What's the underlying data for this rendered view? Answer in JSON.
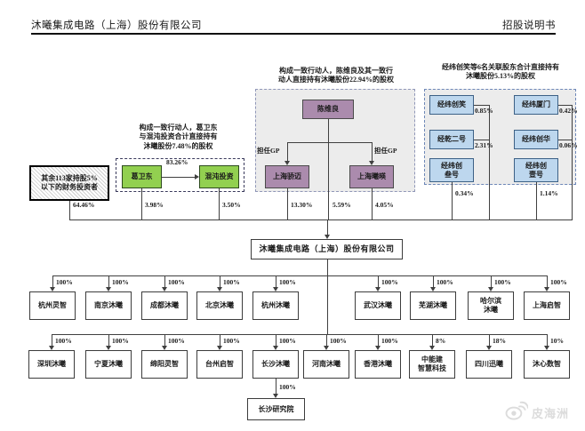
{
  "header": {
    "company_title": "沐曦集成电路（上海）股份有限公司",
    "doc_title": "招股说明书"
  },
  "colors": {
    "purple_box": "#ab8bad",
    "green_box": "#92d050",
    "blue_box": "#bdd7ee",
    "group_bg": "#ececec",
    "line": "#404040"
  },
  "diagram": {
    "company": {
      "name": "沐曦集成电路（上海）股份有限公司"
    },
    "financial_investors": {
      "name": "其余113家持股5%\n以下的财务投资者",
      "pct": "64.46%"
    },
    "gwd_group": {
      "note": "构成一致行动人，葛卫东\n与混沌投资合计直接持有\n沐曦股份7.48%的股权",
      "link_pct": "83.26%",
      "members": [
        {
          "name": "葛卫东",
          "pct": "3.98%"
        },
        {
          "name": "混沌投资",
          "pct": "3.50%"
        }
      ]
    },
    "cwl_group": {
      "note": "构成一致行动人，陈维良及其一致行\n动人直接持有沐曦股份22.94%的股权",
      "person": {
        "name": "陈维良",
        "pct": "5.59%"
      },
      "gp_left": "担任GP",
      "gp_right": "担任GP",
      "members": [
        {
          "name": "上海骄迈",
          "pct": "13.30%"
        },
        {
          "name": "上海曦暎",
          "pct": "4.05%"
        }
      ]
    },
    "jw_group": {
      "note": "经纬创笑等6名关联股东合计直接持有\n沐曦股份5.13%的股权",
      "left_col": [
        {
          "name": "经纬创笑",
          "pct": "0.85%"
        },
        {
          "name": "经乾二号",
          "pct": "2.31%"
        },
        {
          "name": "经纬创\n叁号",
          "pct": "0.34%"
        }
      ],
      "right_col": [
        {
          "name": "经纬厦门",
          "pct": "0.42%"
        },
        {
          "name": "经纬创华",
          "pct": "0.06%"
        },
        {
          "name": "经纬创\n壹号",
          "pct": "1.14%"
        }
      ]
    },
    "row1": [
      {
        "name": "杭州灵智",
        "pct": "100%"
      },
      {
        "name": "南京沐曦",
        "pct": "100%"
      },
      {
        "name": "成都沐曦",
        "pct": "100%"
      },
      {
        "name": "北京沐曦",
        "pct": "100%"
      },
      {
        "name": "杭州沐曦",
        "pct": "100%"
      },
      {
        "name": "武汉沐曦",
        "pct": "100%"
      },
      {
        "name": "芜湖沐曦",
        "pct": "100%"
      },
      {
        "name": "哈尔滨\n沐曦",
        "pct": "100%"
      },
      {
        "name": "上海启智",
        "pct": "100%"
      }
    ],
    "row2": [
      {
        "name": "深圳沐曦",
        "pct": "100%"
      },
      {
        "name": "宁夏沐曦",
        "pct": "100%"
      },
      {
        "name": "绵阳灵智",
        "pct": "100%"
      },
      {
        "name": "台州启智",
        "pct": "100%"
      },
      {
        "name": "长沙沐曦",
        "pct": "100%"
      },
      {
        "name": "河南沐曦",
        "pct": "100%"
      },
      {
        "name": "香港沐曦",
        "pct": "100%"
      },
      {
        "name": "中能建\n智慧科技",
        "pct": "8%"
      },
      {
        "name": "四川迅曦",
        "pct": "18%"
      },
      {
        "name": "沐心数智",
        "pct": "10%"
      }
    ],
    "research": {
      "name": "长沙研究院",
      "pct": "100%"
    }
  },
  "watermark": {
    "text": "皮海洲",
    "icon": "weibo-logo"
  }
}
